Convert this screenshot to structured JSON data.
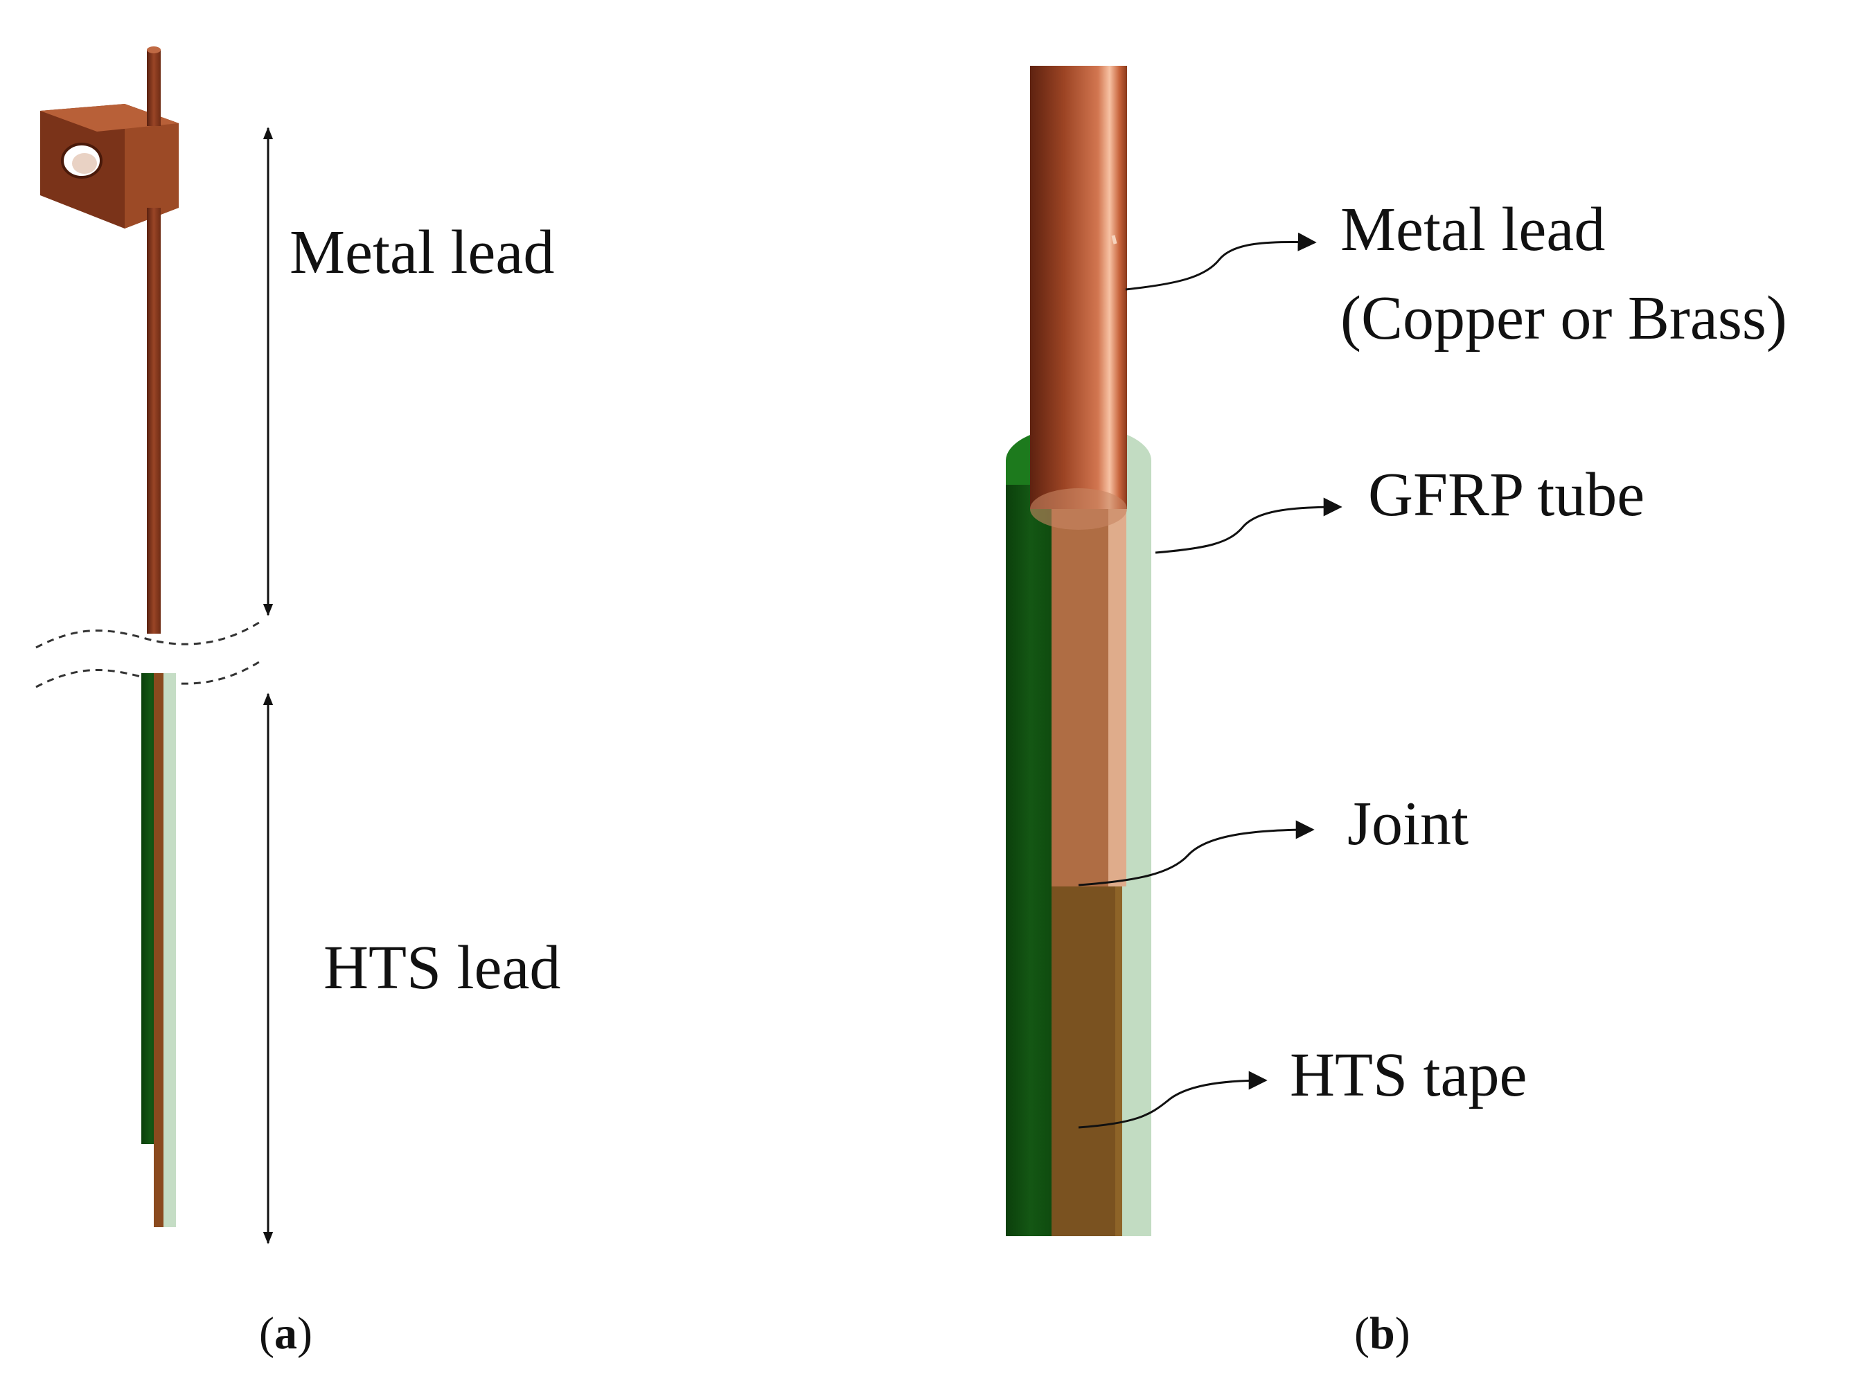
{
  "panel_a": {
    "labels": {
      "metal_lead": "Metal lead",
      "hts_lead": "HTS lead"
    },
    "caption": {
      "letter": "a"
    }
  },
  "panel_b": {
    "labels": {
      "metal_lead": "Metal lead",
      "metal_lead_material": "(Copper or Brass)",
      "gfrp_tube": "GFRP tube",
      "joint": "Joint",
      "hts_tape": "HTS tape"
    },
    "caption": {
      "letter": "b"
    }
  },
  "colors": {
    "copper_dark": "#6e2a14",
    "copper_mid": "#b5552d",
    "copper_light": "#f0a884",
    "green_dark": "#0a3d0a",
    "green_mid": "#1f6f1f",
    "green_light": "#c2dcc2",
    "tape_brown": "#7a5220"
  }
}
